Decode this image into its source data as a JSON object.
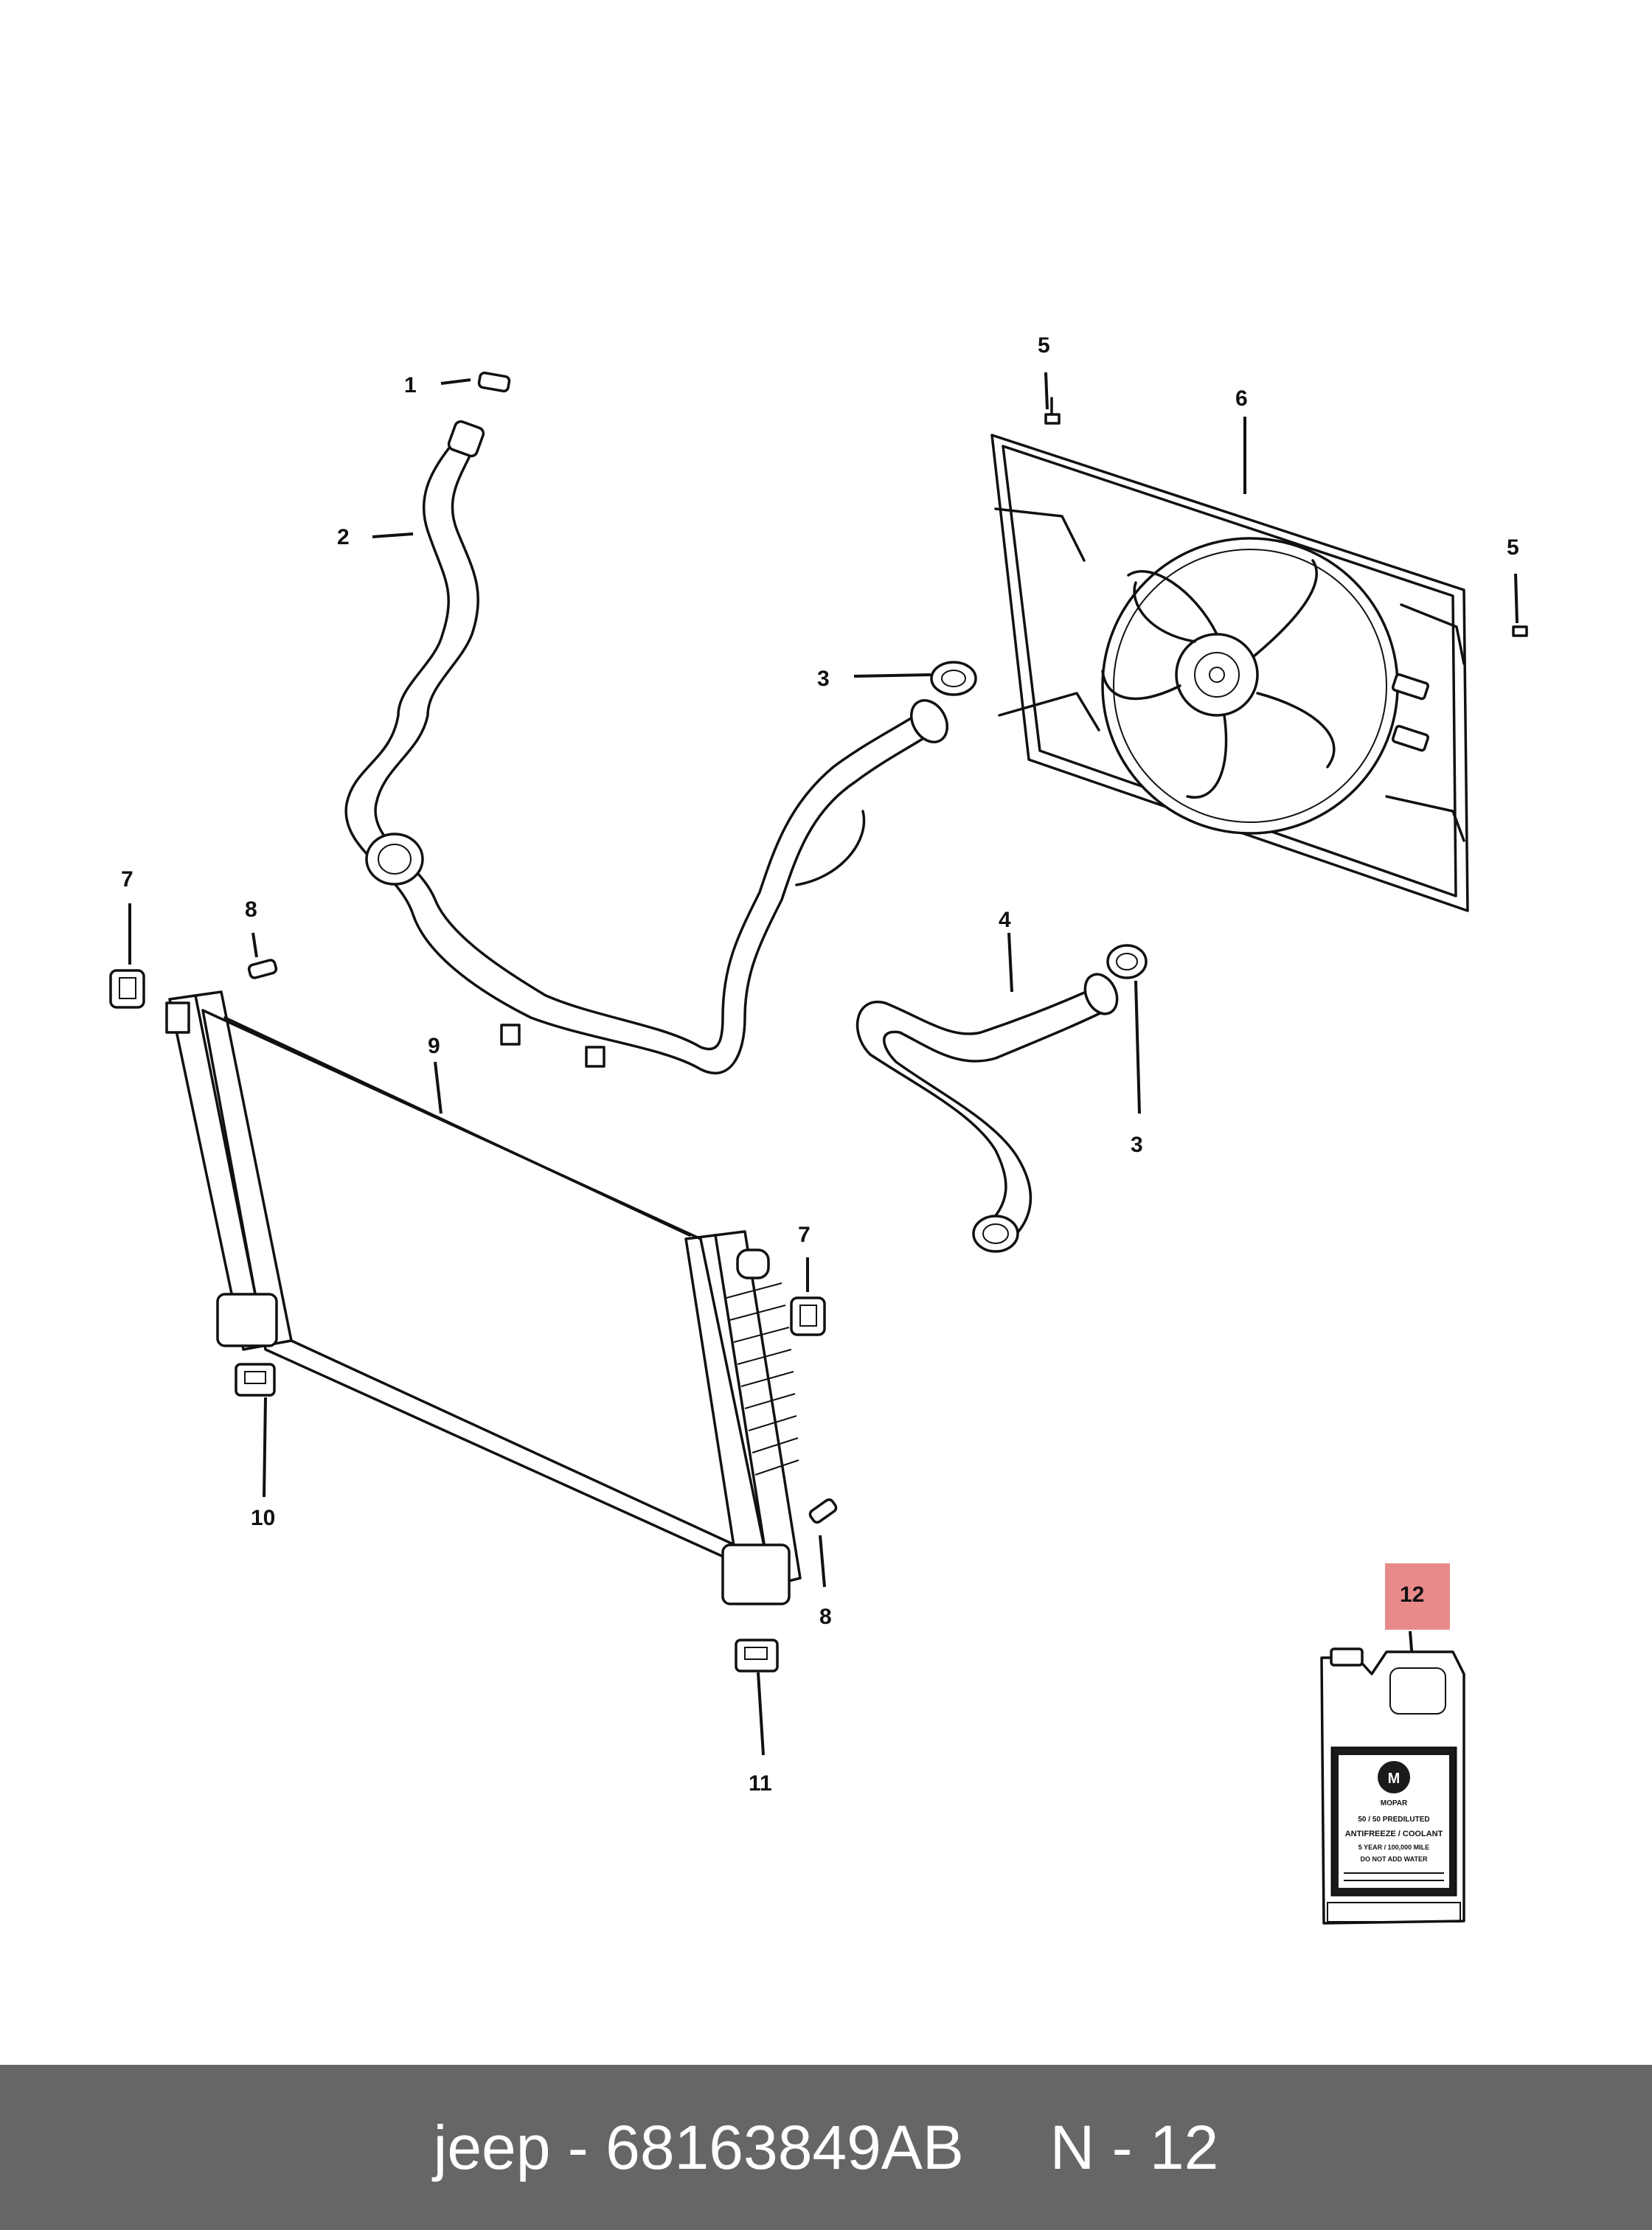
{
  "callouts": {
    "c1": "1",
    "c2": "2",
    "c3a": "3",
    "c3b": "3",
    "c4": "4",
    "c5a": "5",
    "c5b": "5",
    "c6": "6",
    "c7a": "7",
    "c7b": "7",
    "c8a": "8",
    "c8b": "8",
    "c9": "9",
    "c10": "10",
    "c11": "11",
    "c12": "12"
  },
  "highlight_color": "#e88a8a",
  "jug_label": {
    "brand": "MOPAR",
    "line1": "50 / 50 PREDILUTED",
    "line2": "ANTIFREEZE / COOLANT",
    "line3": "5 YEAR / 100,000 MILE",
    "line4": "DO NOT ADD WATER"
  },
  "footer": {
    "text": "jeep - 68163849AB     N - 12",
    "background": "#666666"
  }
}
